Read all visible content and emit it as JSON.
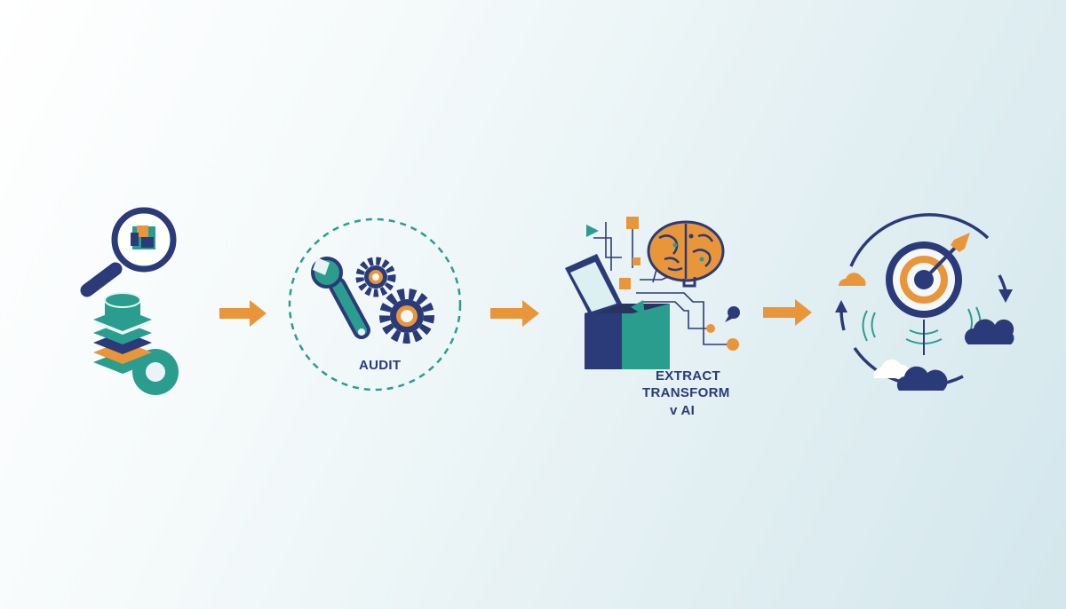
{
  "steps": {
    "audit": {
      "label": "AUDIT"
    },
    "extract": {
      "line1": "EXTRACT",
      "line2": "TRANSFORM",
      "line3": "v AI"
    }
  },
  "colors": {
    "navy": "#2b3a78",
    "teal": "#2a9d8f",
    "orange": "#e9963a",
    "background": "#e4f0f3"
  },
  "icons": [
    "magnifier-icon",
    "database-stack-icon",
    "wrench-icon",
    "gear-icon",
    "open-box-icon",
    "brain-icon",
    "target-icon",
    "cloud-icon",
    "arrow-right-icon"
  ]
}
